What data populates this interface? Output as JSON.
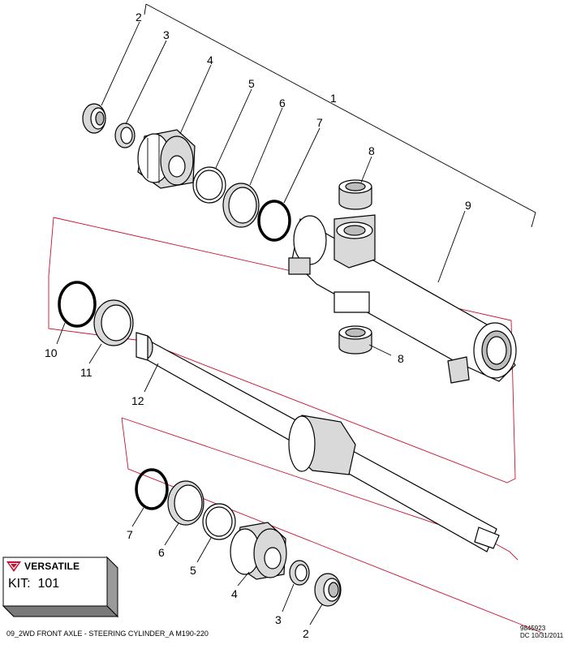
{
  "callouts": [
    "2",
    "3",
    "4",
    "5",
    "6",
    "7",
    "1",
    "8",
    "9",
    "10",
    "11",
    "12",
    "8",
    "7",
    "6",
    "5",
    "4",
    "3",
    "2"
  ],
  "kit": {
    "brand": "VERSATILE",
    "label": "KIT:",
    "number": "101"
  },
  "footer": {
    "title": "09_2WD FRONT AXLE - STEERING CYLINDER_A M190-220",
    "drawing_number": "9845923",
    "drawing_date": "DC 10/31/2011"
  },
  "colors": {
    "accent": "#c8102e",
    "line": "#000000",
    "part_fill": "#d9d9d9"
  }
}
